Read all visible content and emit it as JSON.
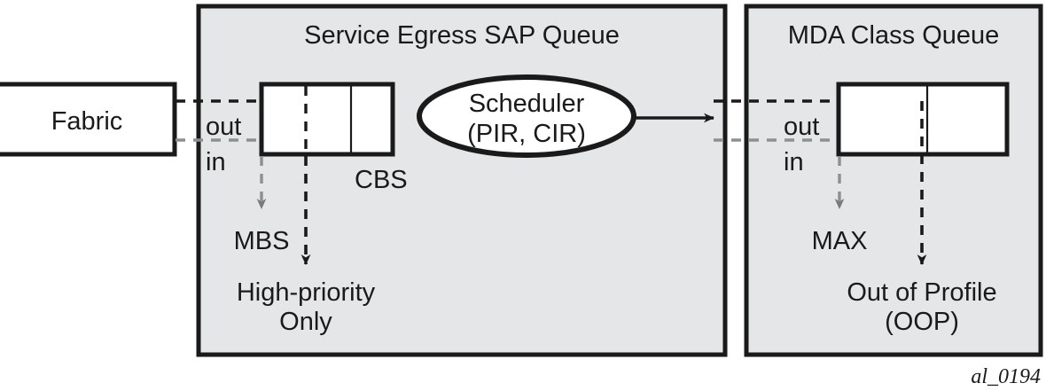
{
  "diagram": {
    "type": "queue-scheduling-block-diagram",
    "caption": "al_0194",
    "colors": {
      "panel_fill": "#e4e6e7",
      "panel_stroke": "#1a1a1a",
      "box_fill": "#ffffff",
      "box_stroke": "#1a1a1a",
      "dash_dark": "#1a1a1a",
      "dash_gray": "#8d9091",
      "arrow_gray": "#77797a",
      "text": "#1a1a1a"
    },
    "fabric": {
      "label": "Fabric"
    },
    "panels": [
      {
        "id": "service-egress-sap-queue",
        "title": "Service Egress SAP Queue",
        "port_labels": {
          "out": "out",
          "in": "in"
        },
        "queue_box": {
          "segments": 3,
          "divider_styles": [
            "dashed",
            "solid"
          ]
        },
        "annotations": [
          {
            "id": "cbs",
            "label": "CBS"
          },
          {
            "id": "mbs",
            "label": "MBS"
          },
          {
            "id": "high-priority-only",
            "label_line1": "High-priority",
            "label_line2": "Only"
          }
        ]
      },
      {
        "id": "mda-class-queue",
        "title": "MDA Class Queue",
        "port_labels": {
          "out": "out",
          "in": "in"
        },
        "queue_box": {
          "segments": 2,
          "divider_styles": [
            "solid"
          ]
        },
        "annotations": [
          {
            "id": "max",
            "label": "MAX"
          },
          {
            "id": "out-of-profile",
            "label_line1": "Out of Profile",
            "label_line2": "(OOP)"
          }
        ]
      }
    ],
    "scheduler": {
      "label_line1": "Scheduler",
      "label_line2": "(PIR, CIR)"
    }
  }
}
